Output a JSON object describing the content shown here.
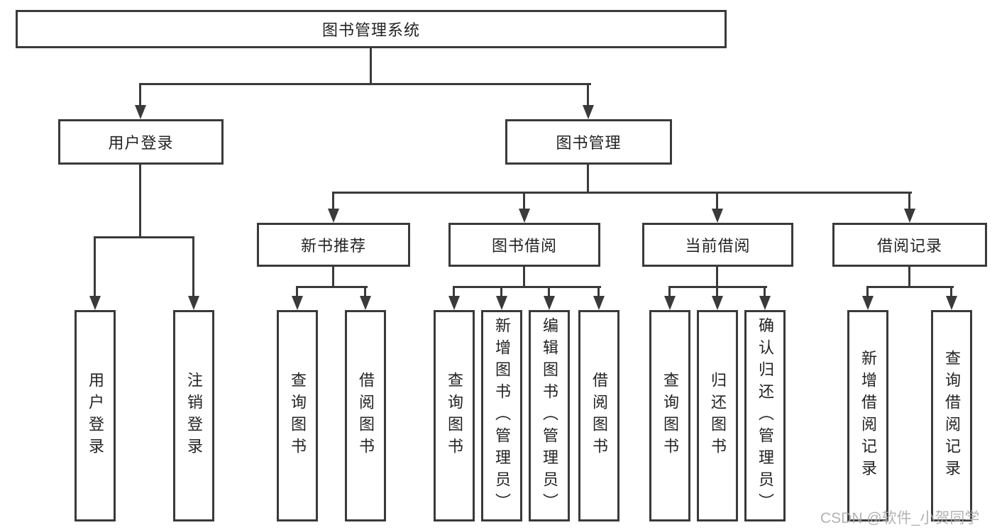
{
  "diagram": {
    "root": {
      "label": "图书管理系统"
    },
    "branches": [
      {
        "label": "用户登录",
        "children": [
          {
            "label": "用户登录"
          },
          {
            "label": "注销登录"
          }
        ]
      },
      {
        "label": "图书管理",
        "children": [
          {
            "label": "新书推荐",
            "children": [
              {
                "label": "查询图书"
              },
              {
                "label": "借阅图书"
              }
            ]
          },
          {
            "label": "图书借阅",
            "children": [
              {
                "label": "查询图书"
              },
              {
                "label": "新增图书（管理员）"
              },
              {
                "label": "编辑图书（管理员）"
              },
              {
                "label": "借阅图书"
              }
            ]
          },
          {
            "label": "当前借阅",
            "children": [
              {
                "label": "查询图书"
              },
              {
                "label": "归还图书"
              },
              {
                "label": "确认归还（管理员）"
              }
            ]
          },
          {
            "label": "借阅记录",
            "children": [
              {
                "label": "新增借阅记录"
              },
              {
                "label": "查询借阅记录"
              }
            ]
          }
        ]
      }
    ]
  },
  "watermark": {
    "text": "CSDN @软件_小贺同学"
  },
  "colors": {
    "line": "#3a3a3a",
    "text": "#232323",
    "watermark": "#a8a8a8",
    "background": "#ffffff"
  }
}
